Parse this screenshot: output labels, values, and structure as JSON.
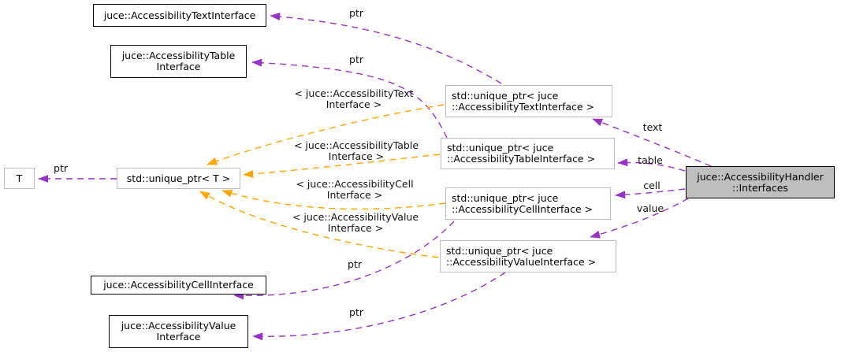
{
  "diagram_type": "doxygen-collaboration-graph",
  "nodes": {
    "text_interface": {
      "label": "juce::AccessibilityTextInterface"
    },
    "table_interface": {
      "line1": "juce::AccessibilityTable",
      "line2": "Interface"
    },
    "t": {
      "label": "T"
    },
    "unique_ptr_t": {
      "label": "std::unique_ptr< T >"
    },
    "unique_ptr_text": {
      "line1": "std::unique_ptr< juce",
      "line2": "::AccessibilityTextInterface >"
    },
    "unique_ptr_table": {
      "line1": "std::unique_ptr< juce",
      "line2": "::AccessibilityTableInterface >"
    },
    "unique_ptr_cell": {
      "line1": "std::unique_ptr< juce",
      "line2": "::AccessibilityCellInterface >"
    },
    "unique_ptr_value": {
      "line1": "std::unique_ptr< juce",
      "line2": "::AccessibilityValueInterface >"
    },
    "cell_interface": {
      "label": "juce::AccessibilityCellInterface"
    },
    "value_interface": {
      "line1": "juce::AccessibilityValue",
      "line2": "Interface"
    },
    "interfaces": {
      "line1": "juce::AccessibilityHandler",
      "line2": "::Interfaces"
    }
  },
  "edges": {
    "ptr_text": {
      "label": "ptr"
    },
    "ptr_table": {
      "label": "ptr"
    },
    "ptr_t": {
      "label": "ptr"
    },
    "ptr_cell": {
      "label": "ptr"
    },
    "ptr_value": {
      "label": "ptr"
    },
    "member_text": {
      "label": "text"
    },
    "member_table": {
      "label": "table"
    },
    "member_cell": {
      "label": "cell"
    },
    "member_value": {
      "label": "value"
    },
    "tmpl_text": {
      "line1": "< juce::AccessibilityText",
      "line2": "Interface >"
    },
    "tmpl_table": {
      "line1": "< juce::AccessibilityTable",
      "line2": "Interface >"
    },
    "tmpl_cell": {
      "line1": "< juce::AccessibilityCell",
      "line2": "Interface >"
    },
    "tmpl_value": {
      "line1": "< juce::AccessibilityValue",
      "line2": "Interface >"
    }
  },
  "colors": {
    "member_edge": "#9932cc",
    "template_edge": "#ffa500",
    "node_border_dark": "#000000",
    "node_border_light": "#bcbcbc",
    "highlight_node_fill": "#bfbfbf",
    "background": "#ffffff"
  }
}
